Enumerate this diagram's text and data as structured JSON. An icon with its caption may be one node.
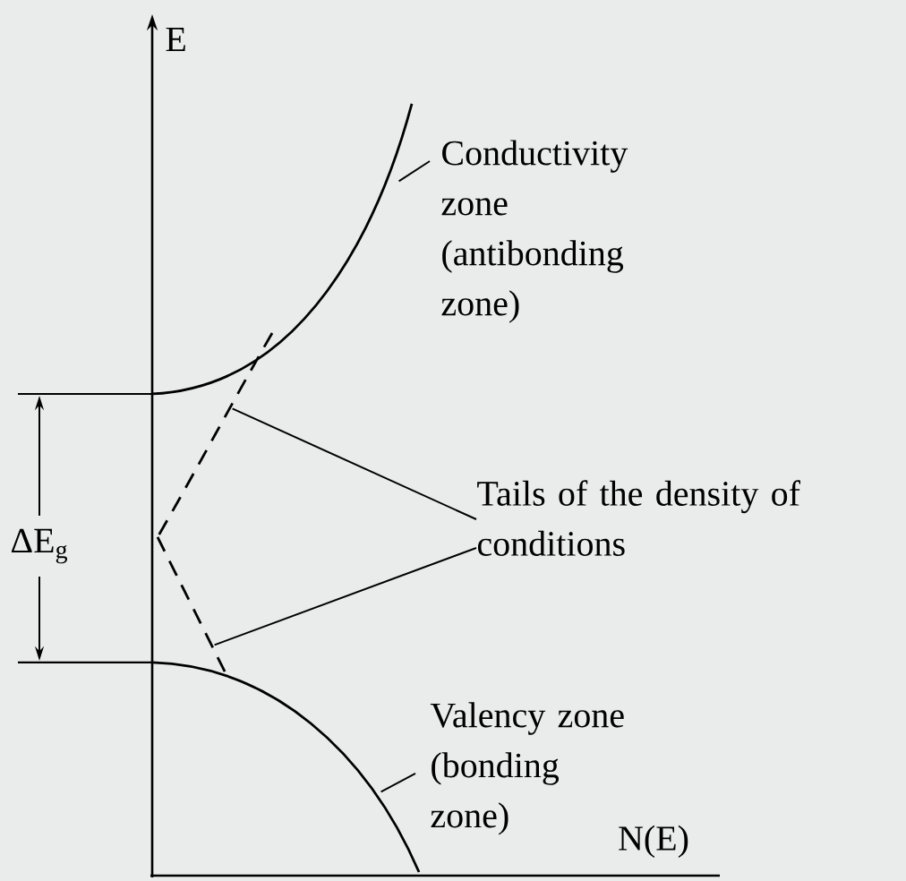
{
  "diagram": {
    "nodes": [
      {
        "text": [
          "Conductivity zone (antibonding zone)"
        ]
      },
      {
        "text": [],
        "shape": "curve"
      },
      {
        "text": [
          "Tails of the density of conditions"
        ]
      },
      {
        "text": [],
        "shape": "curve"
      },
      {
        "text": [],
        "shape": "curve"
      },
      {
        "text": [
          "Valency zone (bonding zone)"
        ]
      },
      {
        "text": [],
        "shape": "curve"
      }
    ],
    "edges": [
      {
        "from": 0,
        "to": 1,
        "arrow": "none"
      },
      {
        "from": 2,
        "to": 3,
        "arrow": "none"
      },
      {
        "from": 2,
        "to": 4,
        "arrow": "none"
      },
      {
        "from": 5,
        "to": 6,
        "arrow": "none"
      }
    ],
    "labels": [
      "E",
      "ΔE$_{g}$",
      "N(E)"
    ]
  }
}
